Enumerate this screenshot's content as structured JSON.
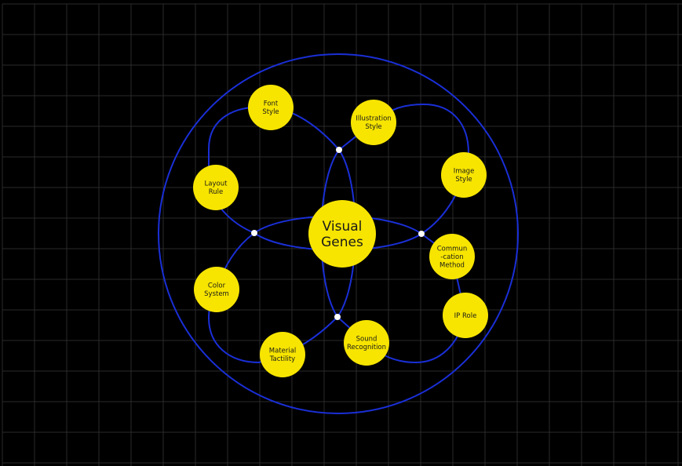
{
  "diagram": {
    "center": {
      "lines": [
        "Visual",
        "Genes"
      ]
    },
    "nodes": [
      {
        "id": "font-style",
        "lines": [
          "Font",
          "Style"
        ]
      },
      {
        "id": "illustration-style",
        "lines": [
          "Illustration",
          "Style"
        ]
      },
      {
        "id": "image-style",
        "lines": [
          "Image",
          "Style"
        ]
      },
      {
        "id": "layout-rule",
        "lines": [
          "Layout",
          "Rule"
        ]
      },
      {
        "id": "color-system",
        "lines": [
          "Color",
          "System"
        ]
      },
      {
        "id": "material-tactility",
        "lines": [
          "Material",
          "Tactility"
        ]
      },
      {
        "id": "sound-recognition",
        "lines": [
          "Sound",
          "Recognition"
        ]
      },
      {
        "id": "communication-method",
        "lines": [
          "Commun",
          "-cation",
          "Method"
        ]
      },
      {
        "id": "ip-role",
        "lines": [
          "IP Role"
        ]
      }
    ]
  },
  "colors": {
    "background": "#000000",
    "grid": "#2a2a2a",
    "line": "#1a2fd6",
    "node": "#f7e500",
    "dot": "#ffffff",
    "text": "#1a1a1a"
  }
}
